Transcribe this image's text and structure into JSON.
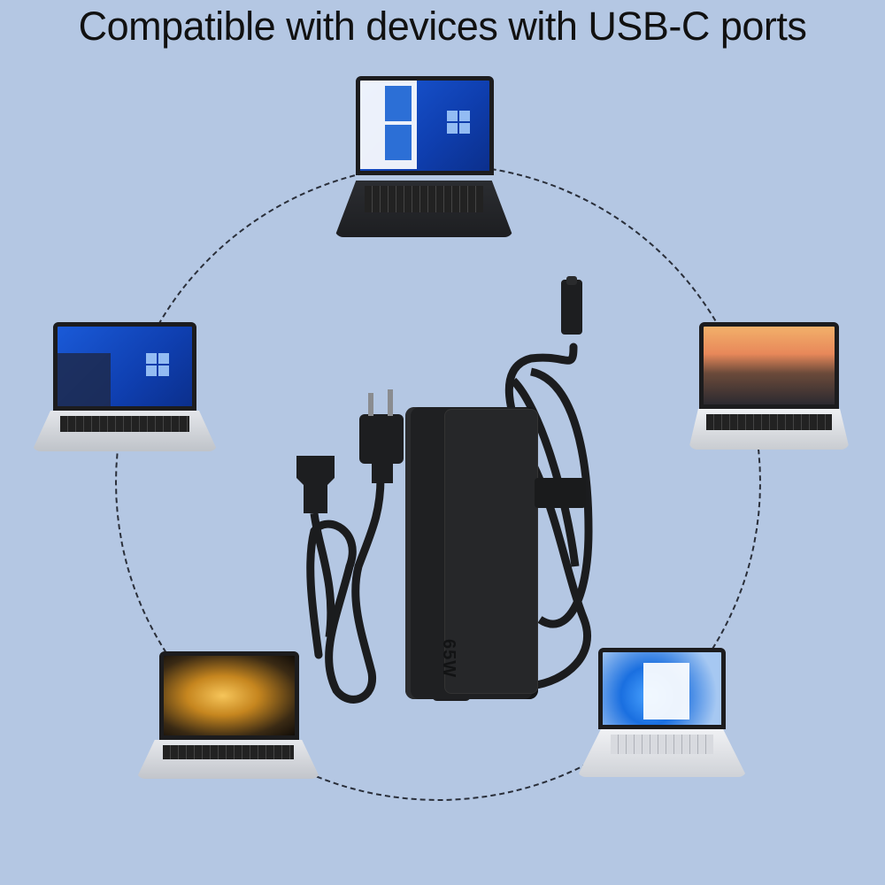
{
  "title": "Compatible with devices with USB-C ports",
  "product": {
    "name": "USB-C laptop charger",
    "wattage_label": "65W",
    "connector": "USB-C",
    "plug": "US 2-prong wall plug",
    "power_cord_connector": "3-pin cloverleaf (C5)"
  },
  "devices": [
    {
      "position": "top",
      "description": "2-in-1 laptop, Windows 10 start screen"
    },
    {
      "position": "left",
      "description": "silver laptop, Windows 10 desktop"
    },
    {
      "position": "right",
      "description": "silver laptop, coastal lighthouse wallpaper"
    },
    {
      "position": "bottom-left",
      "description": "silver laptop, gold abstract wallpaper"
    },
    {
      "position": "bottom-right",
      "description": "silver convertible laptop, Windows 11"
    }
  ],
  "colors": {
    "background": "#b4c7e3",
    "title_text": "#111111",
    "charger_body": "#1f2022",
    "dashed_circle": "#2a2f3a"
  }
}
